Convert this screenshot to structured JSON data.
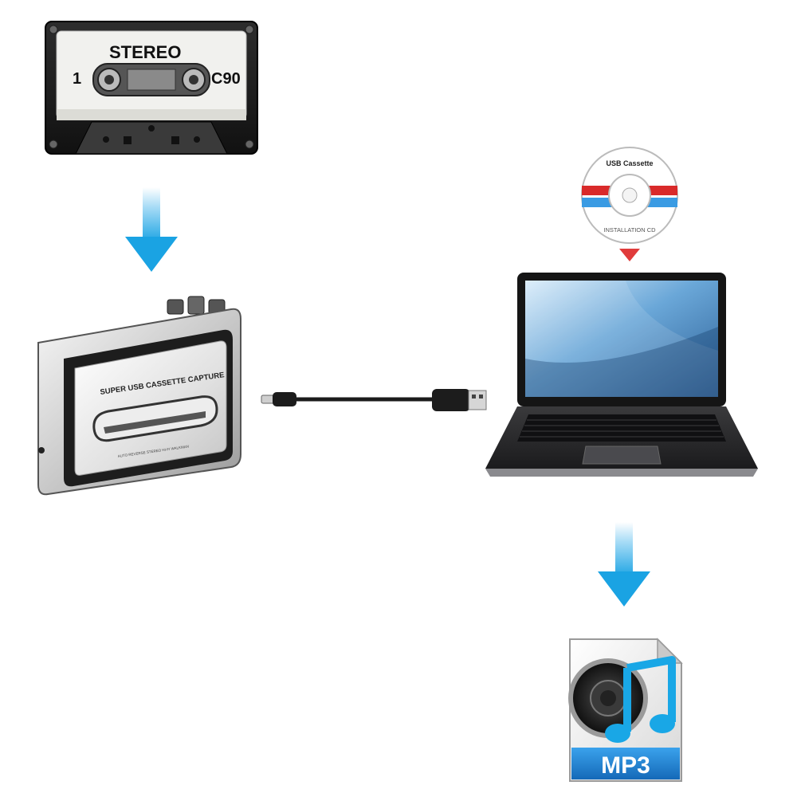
{
  "cassette": {
    "label_stereo": "STEREO",
    "label_side": "1",
    "label_type": "C90"
  },
  "player": {
    "label": "SUPER USB CASSETTE CAPTURE",
    "sublabel": "AUTO REVERSE  STEREO  HI-FI  WALKMAN"
  },
  "cd": {
    "title": "USB Cassette",
    "footer": "INSTALLATION CD"
  },
  "mp3": {
    "label": "MP3"
  },
  "colors": {
    "arrow_blue": "#1aa3e3",
    "cd_red": "#d92a2a",
    "cd_blue": "#3a9be3",
    "mp3_blue": "#1e88d8",
    "note_blue": "#19a7e6",
    "screen_blue": "#3f86c6"
  },
  "icons": [
    "cassette-tape-icon",
    "arrow-down-icon",
    "cassette-player-icon",
    "usb-cable-icon",
    "installation-cd-icon",
    "laptop-icon",
    "mp3-file-icon"
  ]
}
